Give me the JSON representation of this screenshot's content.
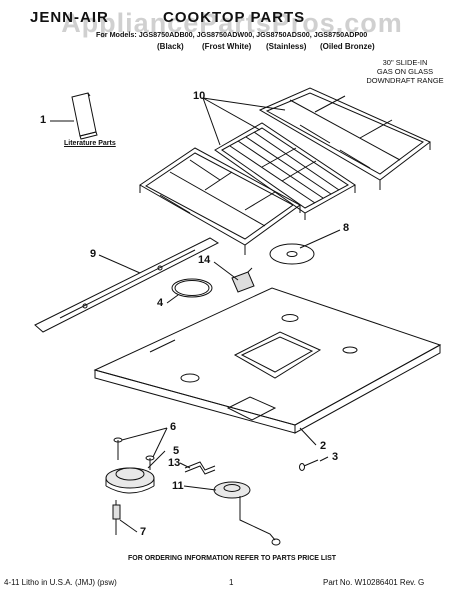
{
  "header": {
    "brand": "JENN-AIR",
    "title": "COOKTOP PARTS",
    "models": "For Models: JGS8750ADB00, JGS8750ADW00, JGS8750ADS00, JGS8750ADP00",
    "finishes": [
      "(Black)",
      "(Frost White)",
      "(Stainless)",
      "(Oiled Bronze)"
    ],
    "range_description": [
      "30\" SLIDE-IN",
      "GAS ON GLASS",
      "DOWNDRAFT RANGE"
    ]
  },
  "watermark": "AppliancePartsPros.com",
  "literature_label": "Literature Parts",
  "callouts": [
    "1",
    "2",
    "3",
    "4",
    "5",
    "6",
    "7",
    "8",
    "9",
    "10",
    "11",
    "13",
    "14"
  ],
  "order_info": "FOR ORDERING INFORMATION REFER TO PARTS PRICE LIST",
  "footer": {
    "left": "4-11 Litho in U.S.A. (JMJ) (psw)",
    "center": "1",
    "right": "Part No. W10286401 Rev. G"
  }
}
